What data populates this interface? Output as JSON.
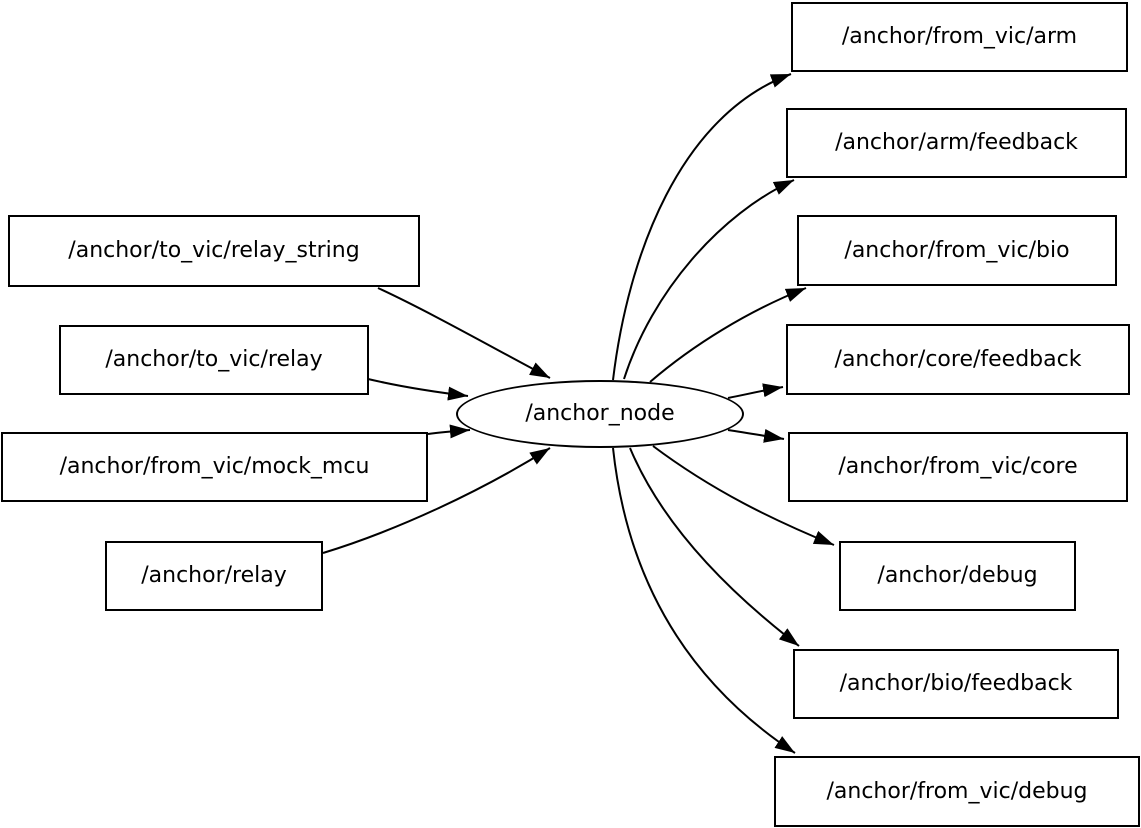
{
  "colors": {
    "background": "#ffffff",
    "node-fill": "#ffffff",
    "node-stroke": "#000000",
    "edge": "#000000",
    "text": "#000000"
  },
  "center_node": {
    "label": "/anchor_node",
    "shape": "ellipse"
  },
  "incoming_topics": [
    {
      "label": "/anchor/to_vic/relay_string"
    },
    {
      "label": "/anchor/to_vic/relay"
    },
    {
      "label": "/anchor/from_vic/mock_mcu"
    },
    {
      "label": "/anchor/relay"
    }
  ],
  "outgoing_topics": [
    {
      "label": "/anchor/from_vic/arm"
    },
    {
      "label": "/anchor/arm/feedback"
    },
    {
      "label": "/anchor/from_vic/bio"
    },
    {
      "label": "/anchor/core/feedback"
    },
    {
      "label": "/anchor/from_vic/core"
    },
    {
      "label": "/anchor/debug"
    },
    {
      "label": "/anchor/bio/feedback"
    },
    {
      "label": "/anchor/from_vic/debug"
    }
  ],
  "edges": [
    {
      "from": "/anchor/to_vic/relay_string",
      "to": "/anchor_node"
    },
    {
      "from": "/anchor/to_vic/relay",
      "to": "/anchor_node"
    },
    {
      "from": "/anchor/from_vic/mock_mcu",
      "to": "/anchor_node"
    },
    {
      "from": "/anchor/relay",
      "to": "/anchor_node"
    },
    {
      "from": "/anchor_node",
      "to": "/anchor/from_vic/arm"
    },
    {
      "from": "/anchor_node",
      "to": "/anchor/arm/feedback"
    },
    {
      "from": "/anchor_node",
      "to": "/anchor/from_vic/bio"
    },
    {
      "from": "/anchor_node",
      "to": "/anchor/core/feedback"
    },
    {
      "from": "/anchor_node",
      "to": "/anchor/from_vic/core"
    },
    {
      "from": "/anchor_node",
      "to": "/anchor/debug"
    },
    {
      "from": "/anchor_node",
      "to": "/anchor/bio/feedback"
    },
    {
      "from": "/anchor_node",
      "to": "/anchor/from_vic/debug"
    }
  ]
}
